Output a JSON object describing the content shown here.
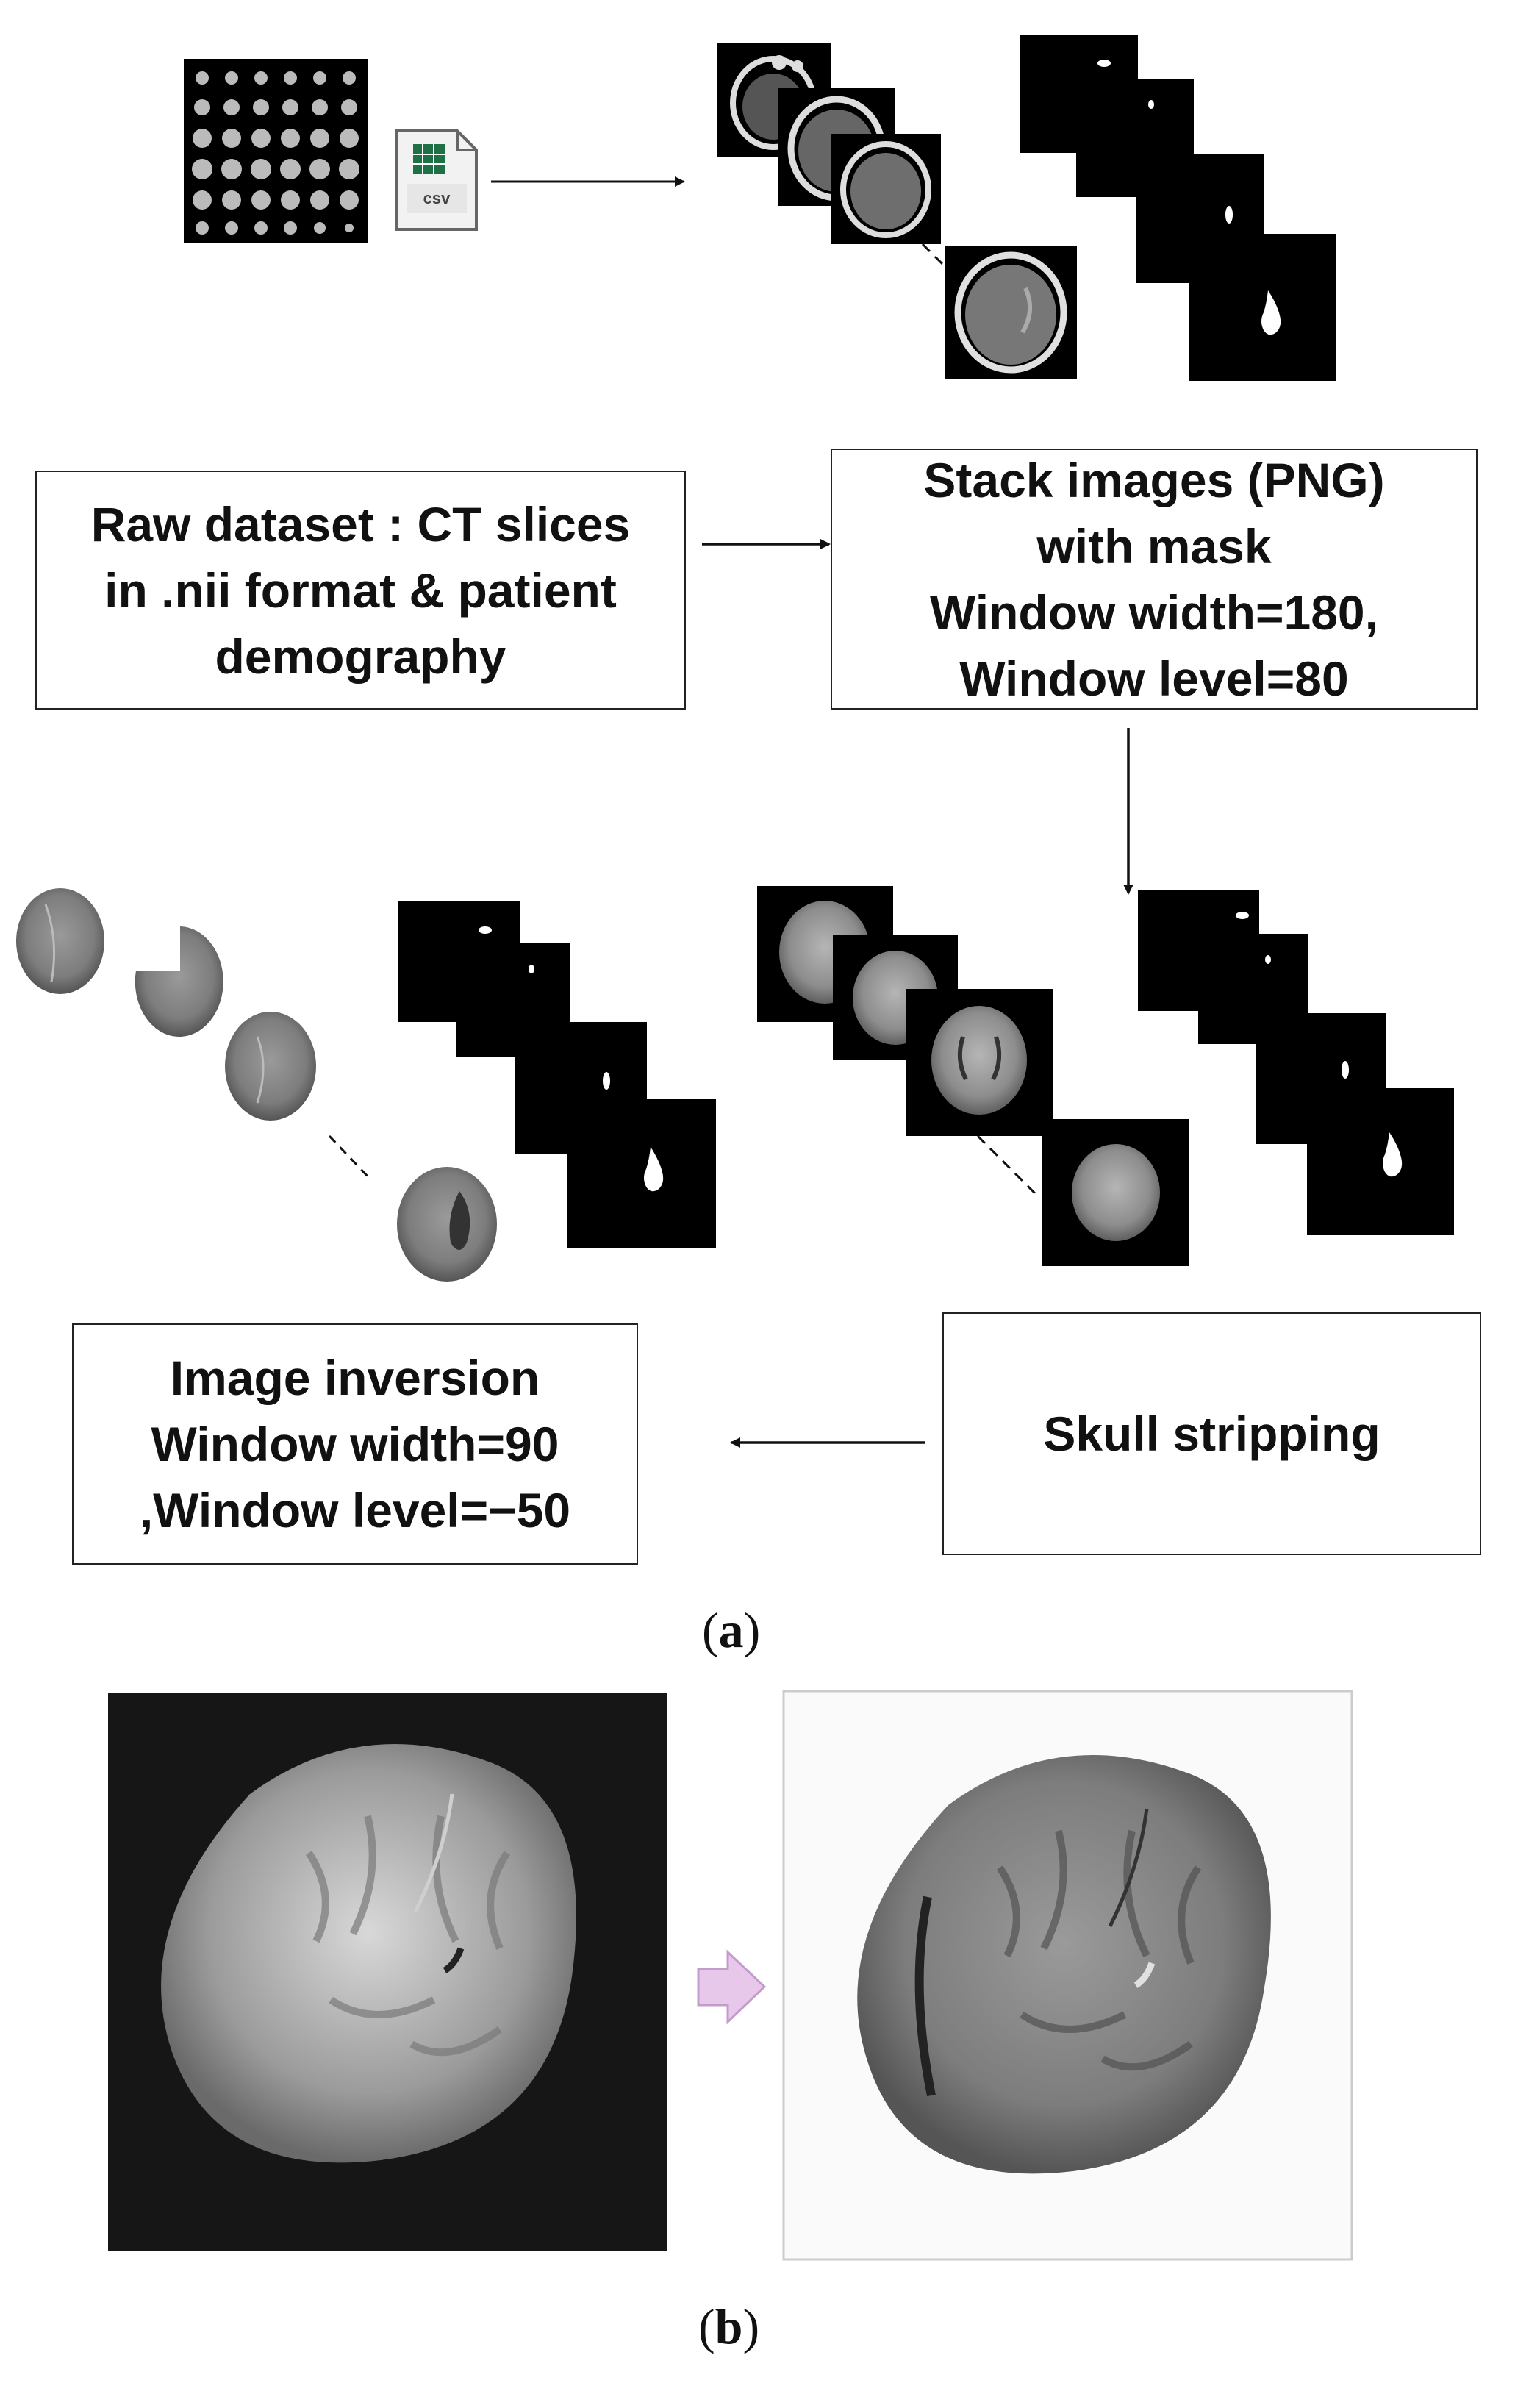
{
  "steps": {
    "raw_dataset": "Raw dataset : CT slices\nin .nii format & patient\ndemography",
    "stack_images": "Stack images (PNG)\nwith mask\nWindow width=180,\n Window level=80",
    "skull_stripping": "Skull stripping",
    "image_inversion": "Image inversion\nWindow width=90\n,Window level=−50"
  },
  "csv_icon": {
    "label": "csv",
    "icon": "spreadsheet-csv-icon"
  },
  "panels": {
    "a_open": "(",
    "a_letter": "a",
    "a_close": ")",
    "b_open": "(",
    "b_letter": "b",
    "b_close": ")"
  },
  "colors": {
    "ink": "#111111",
    "box_border": "#222222",
    "ct_background": "#000000",
    "brain_dark": "#8a8a8a",
    "panel_b_dark_bg": "#161616",
    "panel_b_light_bg": "#fafafa",
    "arrow_pink": "#e8c8ea",
    "arrow_pink_stroke": "#c49ccb",
    "csv_green": "#1e7145"
  }
}
